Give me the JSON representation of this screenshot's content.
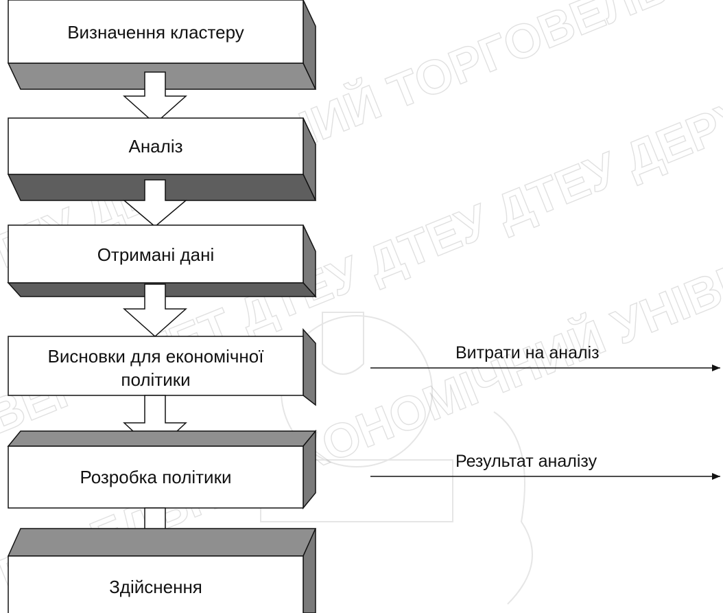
{
  "watermark": {
    "lines": [
      "ДТЕУ ДТЕУ ДЕРЖАВНИЙ ТОРГОВЕЛЬНО-ЕКОНОМІЧНИЙ",
      "УНІВЕРСИТЕТ ДТЕУ ДТЕУ ДТЕУ ДЕРЖАВНИЙ",
      "ТОРГОВЕЛЬНО-ЕКОНОМІЧНИЙ УНІВЕРСИТЕТ ДТЕУ"
    ],
    "seal": "university-crest"
  },
  "steps": [
    {
      "label": "Визначення кластеру"
    },
    {
      "label": "Аналіз"
    },
    {
      "label": "Отримані дані"
    },
    {
      "label_line1": "Висновки для економічної",
      "label_line2": "політики"
    },
    {
      "label": "Розробка політики"
    },
    {
      "label": "Здійснення"
    }
  ],
  "side_arrows": [
    {
      "label": "Витрати на аналіз"
    },
    {
      "label": "Результат аналізу"
    }
  ],
  "colors": {
    "box_fill": "#ffffff",
    "box_side": "#7a7a7a",
    "box_top": "#8f8f8f",
    "box_bottom": "#5e5e5e",
    "stroke": "#111111"
  }
}
